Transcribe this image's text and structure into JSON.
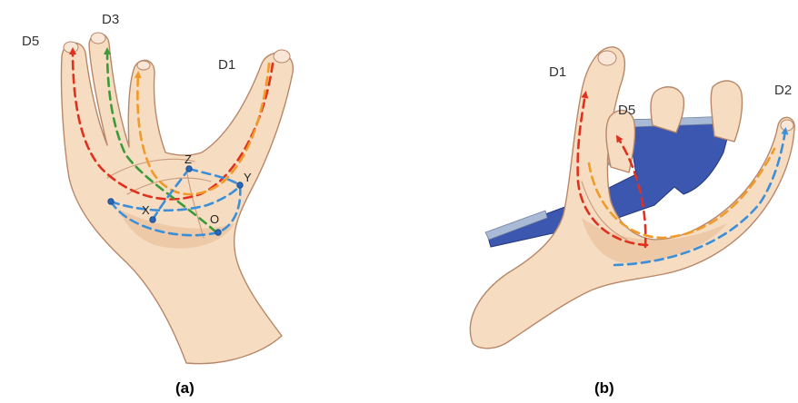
{
  "colors": {
    "red": "#e0301e",
    "orange": "#f09a2a",
    "green": "#3a9b3a",
    "blue": "#3a8fd8",
    "point": "#2a66b8",
    "board_face": "#3b57b0",
    "board_edge": "#a9bad6"
  },
  "panel_a": {
    "digit_labels": {
      "d5": "D5",
      "d3": "D3",
      "d1": "D1"
    },
    "point_labels": {
      "z": "Z",
      "y": "Y",
      "x": "X",
      "o": "O"
    },
    "caption": "(a)"
  },
  "panel_b": {
    "digit_labels": {
      "d1": "D1",
      "d5": "D5",
      "d2": "D2"
    },
    "caption": "(b)"
  },
  "icons": {
    "hand_open": "open-palm-hand-icon",
    "hand_grasp": "hand-grasping-board-icon"
  }
}
